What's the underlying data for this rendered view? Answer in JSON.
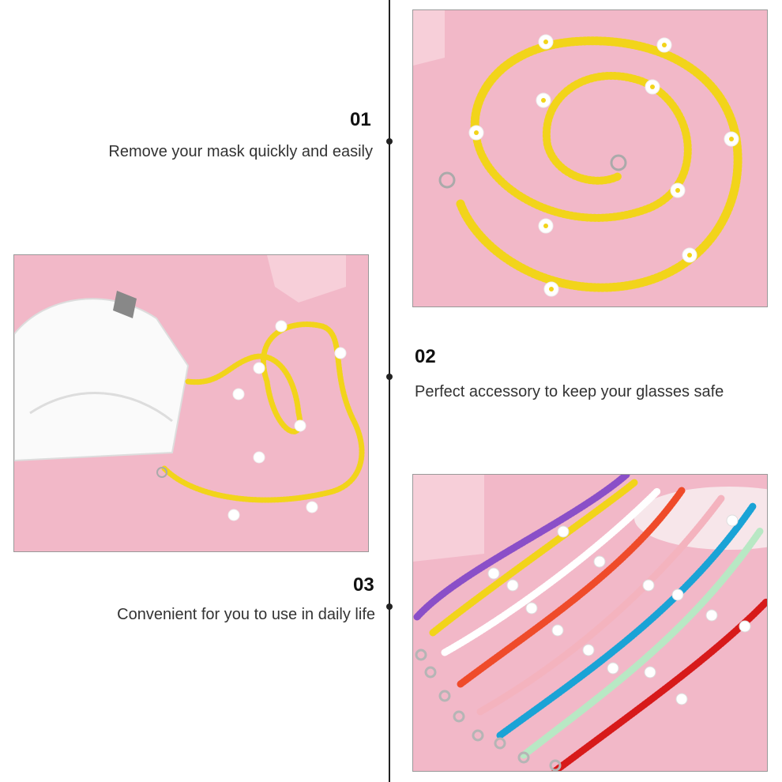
{
  "features": [
    {
      "number": "01",
      "text": "Remove your mask quickly and easily"
    },
    {
      "number": "02",
      "text": "Perfect accessory to keep your glasses safe"
    },
    {
      "number": "03",
      "text": "Convenient for you to use in daily life"
    }
  ],
  "colors": {
    "background": "#ffffff",
    "timeline": "#222222",
    "photo_pink": "#f0b6c6",
    "bead_yellow": "#f2d41a"
  }
}
